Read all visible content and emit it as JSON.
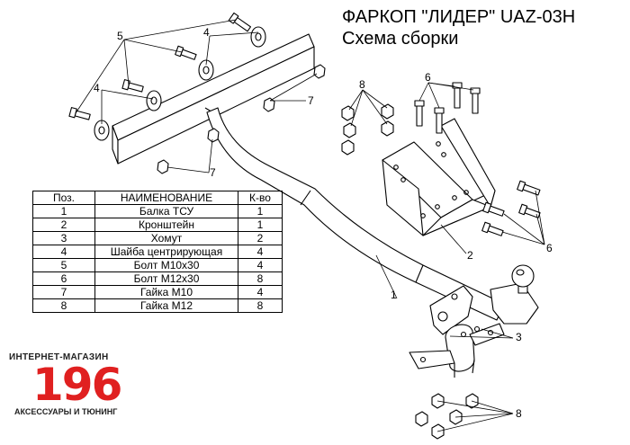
{
  "header": {
    "title": "ФАРКОП \"ЛИДЕР\" UAZ-03H",
    "subtitle": "Схема сборки"
  },
  "table": {
    "columns": [
      "Поз.",
      "НАИМЕНОВАНИЕ",
      "К-во"
    ],
    "rows": [
      [
        "1",
        "Балка ТСУ",
        "1"
      ],
      [
        "2",
        "Кронштейн",
        "1"
      ],
      [
        "3",
        "Хомут",
        "2"
      ],
      [
        "4",
        "Шайба центрирующая",
        "4"
      ],
      [
        "5",
        "Болт М10х30",
        "4"
      ],
      [
        "6",
        "Болт М12х30",
        "8"
      ],
      [
        "7",
        "Гайка  М10",
        "4"
      ],
      [
        "8",
        "Гайка М12",
        "8"
      ]
    ]
  },
  "callouts": {
    "c5": "5",
    "c4a": "4",
    "c4b": "4",
    "c7a": "7",
    "c7b": "7",
    "c8a": "8",
    "c6a": "6",
    "c6b": "6",
    "c2": "2",
    "c1": "1",
    "c3": "3",
    "c8b": "8"
  },
  "logo": {
    "top": "ИНТЕРНЕТ-МАГАЗИН",
    "number": "196",
    "bottom": "АКСЕССУАРЫ И ТЮНИНГ"
  },
  "colors": {
    "line": "#000000",
    "logo_red": "#e02020"
  }
}
